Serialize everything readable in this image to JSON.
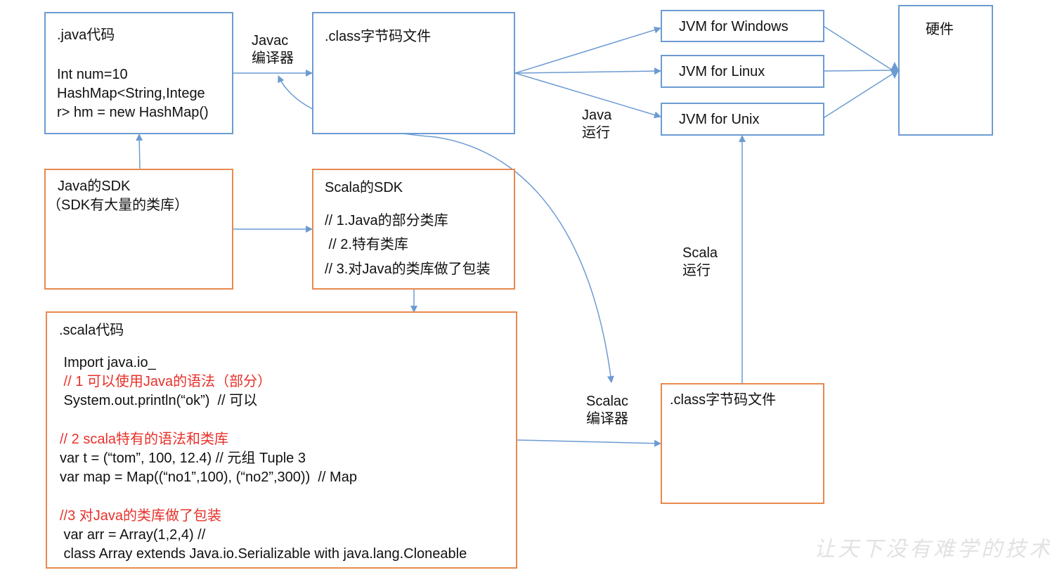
{
  "colors": {
    "java_box_border": "#6c9bd2",
    "scala_box_border": "#e8894e",
    "arrow": "#6c9bd2",
    "comment_red": "#e8312a"
  },
  "nodes": {
    "java_code": {
      "title": ".java代码",
      "lines": [
        "Int num=10",
        "HashMap<String,Intege",
        "r> hm = new HashMap()"
      ]
    },
    "java_class": {
      "title": ".class字节码文件"
    },
    "jvm_windows": {
      "label": "JVM for Windows"
    },
    "jvm_linux": {
      "label": "JVM for Linux"
    },
    "jvm_unix": {
      "label": "JVM for Unix"
    },
    "hardware": {
      "label": "硬件"
    },
    "java_sdk": {
      "title": "Java的SDK",
      "subtitle": "（SDK有大量的类库）"
    },
    "scala_sdk": {
      "title": "Scala的SDK",
      "lines": [
        "// 1.Java的部分类库",
        " // 2.特有类库",
        "// 3.对Java的类库做了包装"
      ]
    },
    "scala_code": {
      "title": ".scala代码",
      "lines": [
        {
          "text": " Import java.io_",
          "red": false
        },
        {
          "text": " // 1 可以使用Java的语法（部分）",
          "red": true
        },
        {
          "text": " System.out.println(“ok”)  // 可以",
          "red": false
        },
        {
          "text": "",
          "red": false
        },
        {
          "text": "// 2 scala特有的语法和类库",
          "red": true
        },
        {
          "text": "var t = (“tom”, 100, 12.4) // 元组 Tuple 3",
          "red": false
        },
        {
          "text": "var map = Map((“no1”,100), (“no2”,300))  // Map",
          "red": false
        },
        {
          "text": "",
          "red": false
        },
        {
          "text": "//3 对Java的类库做了包装",
          "red": true
        },
        {
          "text": " var arr = Array(1,2,4) //",
          "red": false
        },
        {
          "text": " class Array extends Java.io.Serializable with java.lang.Cloneable",
          "red": false
        }
      ]
    },
    "scala_class": {
      "title": ".class字节码文件"
    }
  },
  "edge_labels": {
    "javac": "Javac\n编译器",
    "java_run": "Java\n运行",
    "scala_run": "Scala\n运行",
    "scalac": "Scalac\n编译器"
  },
  "watermark": "让天下没有难学的技术"
}
